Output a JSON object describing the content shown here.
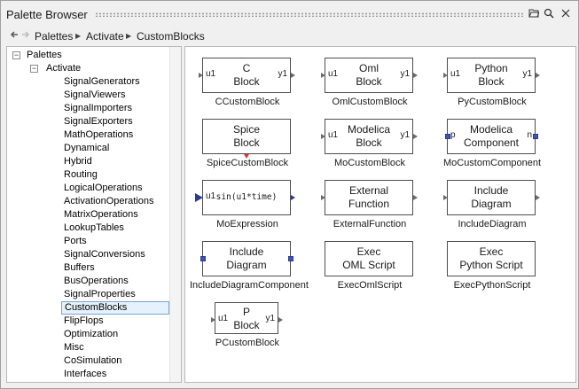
{
  "window": {
    "title": "Palette Browser"
  },
  "toolbar": {
    "icons": [
      "folder-open-icon",
      "search-icon",
      "close-icon"
    ]
  },
  "breadcrumb": {
    "items": [
      "Palettes",
      "Activate",
      "CustomBlocks"
    ]
  },
  "tree": {
    "root": "Palettes",
    "child": "Activate",
    "items": [
      "SignalGenerators",
      "SignalViewers",
      "SignalImporters",
      "SignalExporters",
      "MathOperations",
      "Dynamical",
      "Hybrid",
      "Routing",
      "LogicalOperations",
      "ActivationOperations",
      "MatrixOperations",
      "LookupTables",
      "Ports",
      "SignalConversions",
      "Buffers",
      "BusOperations",
      "SignalProperties",
      "CustomBlocks",
      "FlipFlops",
      "Optimization",
      "Misc",
      "CoSimulation",
      "Interfaces"
    ],
    "selected": "CustomBlocks"
  },
  "blocks": [
    {
      "lines": [
        "C",
        "Block"
      ],
      "caption": "CCustomBlock",
      "in": "u1",
      "out": "y1"
    },
    {
      "lines": [
        "Oml",
        "Block"
      ],
      "caption": "OmlCustomBlock",
      "in": "u1",
      "out": "y1"
    },
    {
      "lines": [
        "Python",
        "Block"
      ],
      "caption": "PyCustomBlock",
      "in": "u1",
      "out": "y1"
    },
    {
      "lines": [
        "Spice",
        "Block"
      ],
      "caption": "SpiceCustomBlock"
    },
    {
      "lines": [
        "Modelica",
        "Block"
      ],
      "caption": "MoCustomBlock",
      "in": "u1",
      "out": "y1"
    },
    {
      "lines": [
        "Modelica",
        "Component"
      ],
      "caption": "MoCustomComponent",
      "in": "p",
      "out": "n"
    },
    {
      "lines": [
        "sin(u1*time)"
      ],
      "caption": "MoExpression",
      "in": "u1"
    },
    {
      "lines": [
        "External",
        "Function"
      ],
      "caption": "ExternalFunction"
    },
    {
      "lines": [
        "Include",
        "Diagram"
      ],
      "caption": "IncludeDiagram"
    },
    {
      "lines": [
        "Include",
        "Diagram"
      ],
      "caption": "IncludeDiagramComponent"
    },
    {
      "lines": [
        "Exec",
        "OML Script"
      ],
      "caption": "ExecOmlScript"
    },
    {
      "lines": [
        "Exec",
        "Python Script"
      ],
      "caption": "ExecPythonScript"
    },
    {
      "lines": [
        "P",
        "Block"
      ],
      "caption": "PCustomBlock",
      "in": "u1",
      "out": "y1"
    }
  ]
}
